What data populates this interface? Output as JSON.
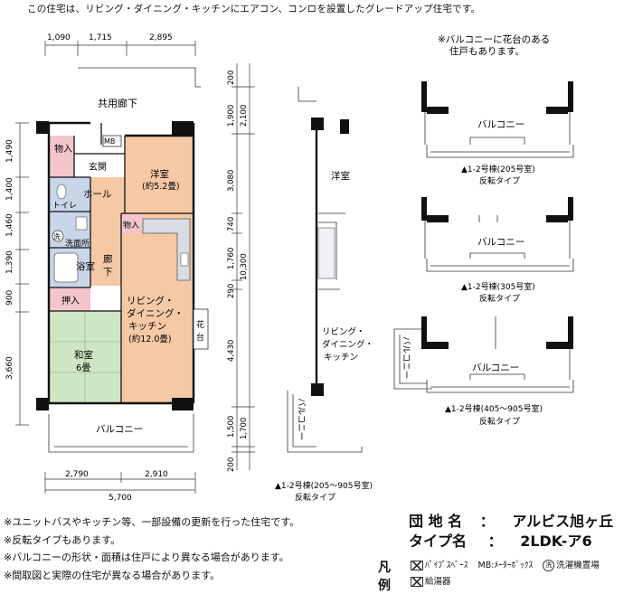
{
  "headline": "この住宅は、リビング・ダイニング・キッチンにエアコン、コンロを設置したグレードアップ住宅です。",
  "balcony_note": [
    "※バルコニーに花台のある",
    "住戸もあります。"
  ],
  "dims_top": [
    "1,090",
    "1,715",
    "2,895"
  ],
  "dims_bottom": [
    "2,790",
    "2,910",
    "5,700"
  ],
  "dims_left": [
    "1,490",
    "1,400",
    "1,460",
    "1,390",
    "900",
    "3,660"
  ],
  "dims_right_col1": [
    "200",
    "1,900",
    "3,080",
    "740",
    "1,760",
    "290",
    "4,430",
    "1,500",
    "200"
  ],
  "dims_right_col2": [
    "2,100",
    "10,300",
    "1,700"
  ],
  "rooms": {
    "corridor": "共用廊下",
    "storage1": "物入",
    "mb": "MB",
    "entrance": "玄関",
    "western_room": "洋室",
    "western_size": "(約5.2畳)",
    "hall": "ホール",
    "toilet": "トイレ",
    "wash": "洗",
    "washroom": "洗面所",
    "storage2": "物入",
    "hallway": "廊\n下",
    "bath": "浴\n室",
    "closet": "押入",
    "living1": "リビング・",
    "living2": "ダイニング・",
    "living3": "キッチン",
    "living_size": "(約12.0畳)",
    "flower": "花\n台",
    "japanese": "和室",
    "japanese_size": "6畳",
    "balcony": "バルコニー"
  },
  "section": {
    "western": "洋室",
    "living": [
      "リビング・",
      "ダイニング・",
      "キッチン"
    ],
    "balcony": "バルコニー",
    "caption1": "▲1-2号棟(205～905号室)",
    "caption2": "反転タイプ"
  },
  "variants": [
    {
      "balcony": "バルコニー",
      "caption1": "▲1-2号棟(205号室)",
      "caption2": "反転タイプ"
    },
    {
      "balcony": "バルコニー",
      "caption1": "▲1-2号棟(305号室)",
      "caption2": "反転タイプ"
    },
    {
      "balcony": "バルコニー",
      "side": "バルコニー",
      "caption1": "▲1-2号棟(405～905号室)",
      "caption2": "反転タイプ"
    }
  ],
  "notes": [
    "※ユニットバスやキッチン等、一部設備の更新を行った住宅です。",
    "※反転タイプもあります。",
    "※バルコニーの形状・面積は住戸により異なる場合があります。",
    "※間取図と実際の住宅が異なる場合があります。"
  ],
  "info": {
    "estate_label": "団 地 名",
    "estate_sep": "：",
    "estate_value": "アルビス旭ヶ丘",
    "type_label": "タイプ名",
    "type_sep": "：",
    "type_value": "2LDK-ア6"
  },
  "legend": {
    "title": "凡例",
    "pipe": "ﾊﾟｲﾌﾟｽﾍﾟｰｽ",
    "mb": "MB:ﾒｰﾀｰﾎﾞｯｸｽ",
    "wash_mark": "洗",
    "wash": "洗濯機置場",
    "heater": "給湯器"
  },
  "colors": {
    "western": "#f6c9a6",
    "hall": "#f6c9a6",
    "wet": "#c9d6ea",
    "storage": "#f4c6cc",
    "tatami": "#cfe6c4",
    "wall": "#111111"
  }
}
